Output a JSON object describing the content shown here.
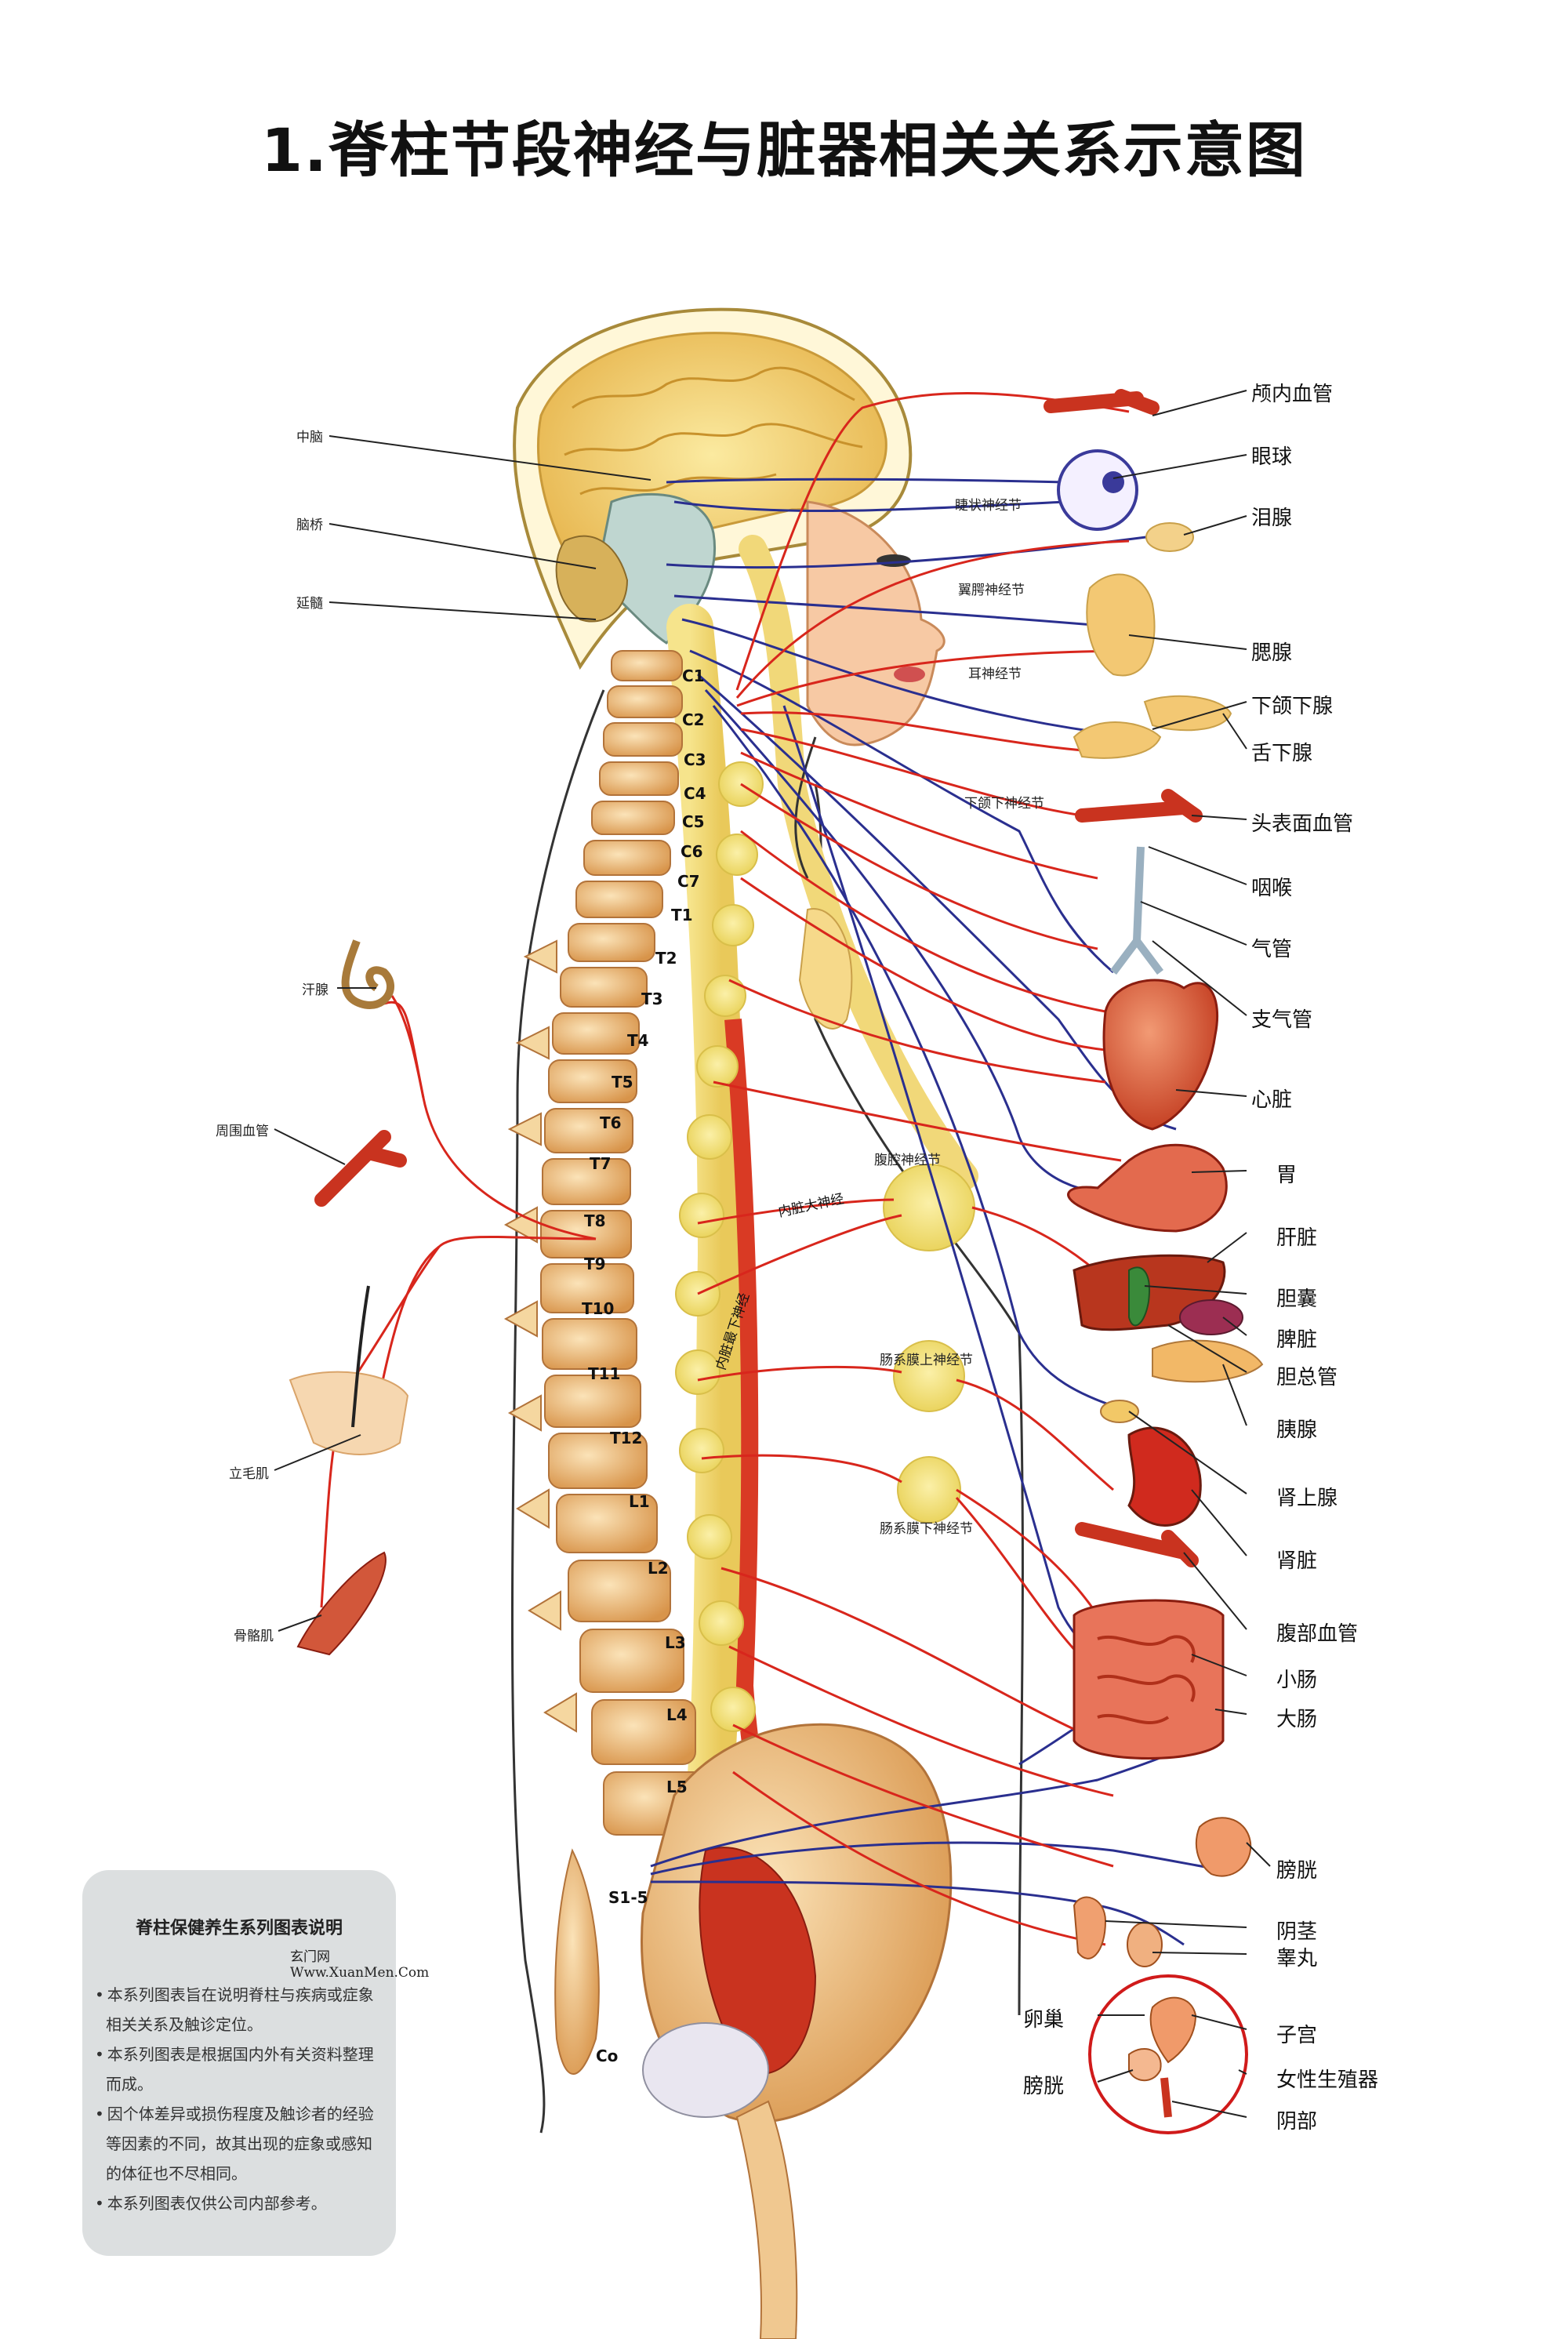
{
  "title": "1.脊柱节段神经与脏器相关关系示意图",
  "labels": {
    "left": {
      "midbrain": "中脑",
      "pons": "脑桥",
      "medulla": "延髓",
      "sweat_gland": "汗腺",
      "peripheral_vessel": "周围血管",
      "arrector_pili": "立毛肌",
      "skeletal_muscle": "骨骼肌"
    },
    "right": {
      "cranial_vessels": "颅内血管",
      "eyeball": "眼球",
      "lacrimal_gland": "泪腺",
      "parotid_gland": "腮腺",
      "submandibular_gland": "下颌下腺",
      "sublingual_gland": "舌下腺",
      "facial_vessels": "头表面血管",
      "pharynx": "咽喉",
      "trachea": "气管",
      "bronchi": "支气管",
      "heart": "心脏",
      "stomach": "胃",
      "liver": "肝脏",
      "gallbladder": "胆囊",
      "spleen": "脾脏",
      "bile_duct": "胆总管",
      "pancreas": "胰腺",
      "adrenal": "肾上腺",
      "kidney": "肾脏",
      "abdominal_vessels": "腹部血管",
      "small_intestine": "小肠",
      "large_intestine": "大肠",
      "bladder": "膀胱",
      "penis": "阴茎",
      "testis": "睾丸",
      "ovary": "卵巢",
      "bladder_f": "膀胱",
      "uterus": "子宫",
      "female_repro": "女性生殖器",
      "vagina": "阴部"
    },
    "ganglia": {
      "ciliary": "睫状神经节",
      "pterygopalatine": "翼腭神经节",
      "otic": "耳神经节",
      "submandibular": "下颌下神经节",
      "celiac": "腹腔神经节",
      "sup_mesenteric": "肠系膜上神经节",
      "inf_mesenteric": "肠系膜下神经节"
    },
    "nerves": {
      "greater_splanchnic": "内脏大神经",
      "lesser_splanchnic": "内脏最下神经"
    }
  },
  "vertebrae": [
    "C1",
    "C2",
    "C3",
    "C4",
    "C5",
    "C6",
    "C7",
    "T1",
    "T2",
    "T3",
    "T4",
    "T5",
    "T6",
    "T7",
    "T8",
    "T9",
    "T10",
    "T11",
    "T12",
    "L1",
    "L2",
    "L3",
    "L4",
    "L5",
    "S1-5",
    "Co"
  ],
  "notes": {
    "title": "脊柱保健养生系列图表说明",
    "brand": "玄门网 Www.XuanMen.Com",
    "items": [
      "本系列图表旨在说明脊柱与疾病或症象相关关系及触诊定位。",
      "本系列图表是根据国内外有关资料整理而成。",
      "因个体差异或损伤程度及触诊者的经验等因素的不同，故其出现的症象或感知的体征也不尽相同。",
      "本系列图表仅供公司内部参考。"
    ]
  },
  "colors": {
    "sympathetic": "#d8261c",
    "parasympathetic": "#2a2f8f",
    "bone": "#f1c98c",
    "ganglion": "#f3e27a",
    "organ": "#d9482c"
  }
}
